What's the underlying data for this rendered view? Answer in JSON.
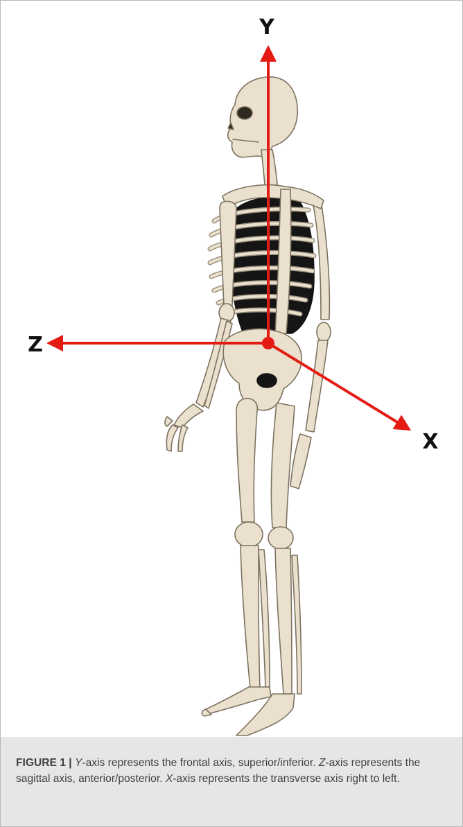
{
  "figure": {
    "axis_labels": {
      "y": "Y",
      "z": "Z",
      "x": "X"
    },
    "colors": {
      "axis": "#e31b13",
      "bone": "#eae0cd",
      "bone_outline": "#7c7260",
      "thorax_cavity": "#151515",
      "caption_bg": "#e6e6e6",
      "caption_text": "#3f3f3f"
    },
    "illustration": "skeleton-left-side-view"
  },
  "caption": {
    "label": "FIGURE 1 |",
    "y_axis": "Y",
    "y_text": "-axis represents the frontal axis, superior/inferior. ",
    "z_axis": "Z",
    "z_text": "-axis represents the sagittal axis, anterior/posterior. ",
    "x_axis": "X",
    "x_text": "-axis represents the transverse axis right to left."
  }
}
